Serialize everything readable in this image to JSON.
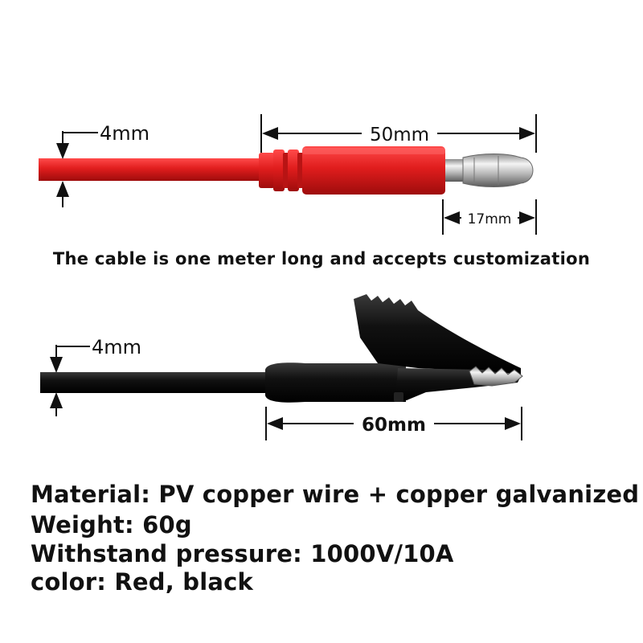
{
  "banana_plug": {
    "cable_diameter": "4mm",
    "plug_length": "50mm",
    "tip_length": "17mm",
    "color": "#d81f1f"
  },
  "note": "The cable is one meter long and accepts customization",
  "alligator_clip": {
    "cable_diameter": "4mm",
    "clip_length": "60mm",
    "color": "#111111"
  },
  "specs": [
    "Material:  PV copper wire + copper galvanized",
    "Weight: 60g",
    "Withstand pressure:  1000V/10A",
    "color:  Red, black"
  ]
}
